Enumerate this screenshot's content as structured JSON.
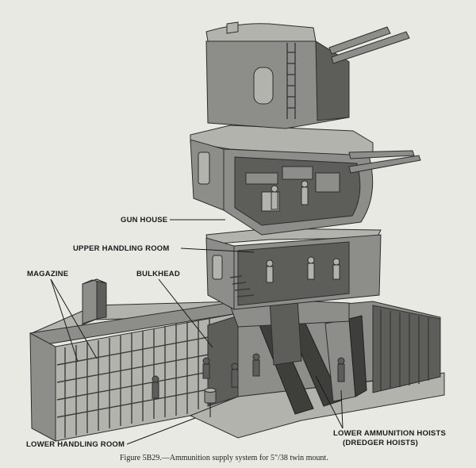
{
  "labels": {
    "gun_house": "GUN HOUSE",
    "upper_handling_room": "UPPER HANDLING ROOM",
    "magazine": "MAGAZINE",
    "bulkhead": "BULKHEAD",
    "lower_handling_room": "LOWER HANDLING ROOM",
    "lower_ammunition_hoists": "LOWER AMMUNITION HOISTS",
    "dredger_hoists": "(DREDGER HOISTS)"
  },
  "caption": "Figure 5B29.—Ammunition supply system for 5\"/38 twin mount.",
  "colors": {
    "background": "#e9e9e4",
    "steel": "#8d8d89",
    "shadow": "#5d5d59",
    "ink": "#1a1a1a"
  }
}
